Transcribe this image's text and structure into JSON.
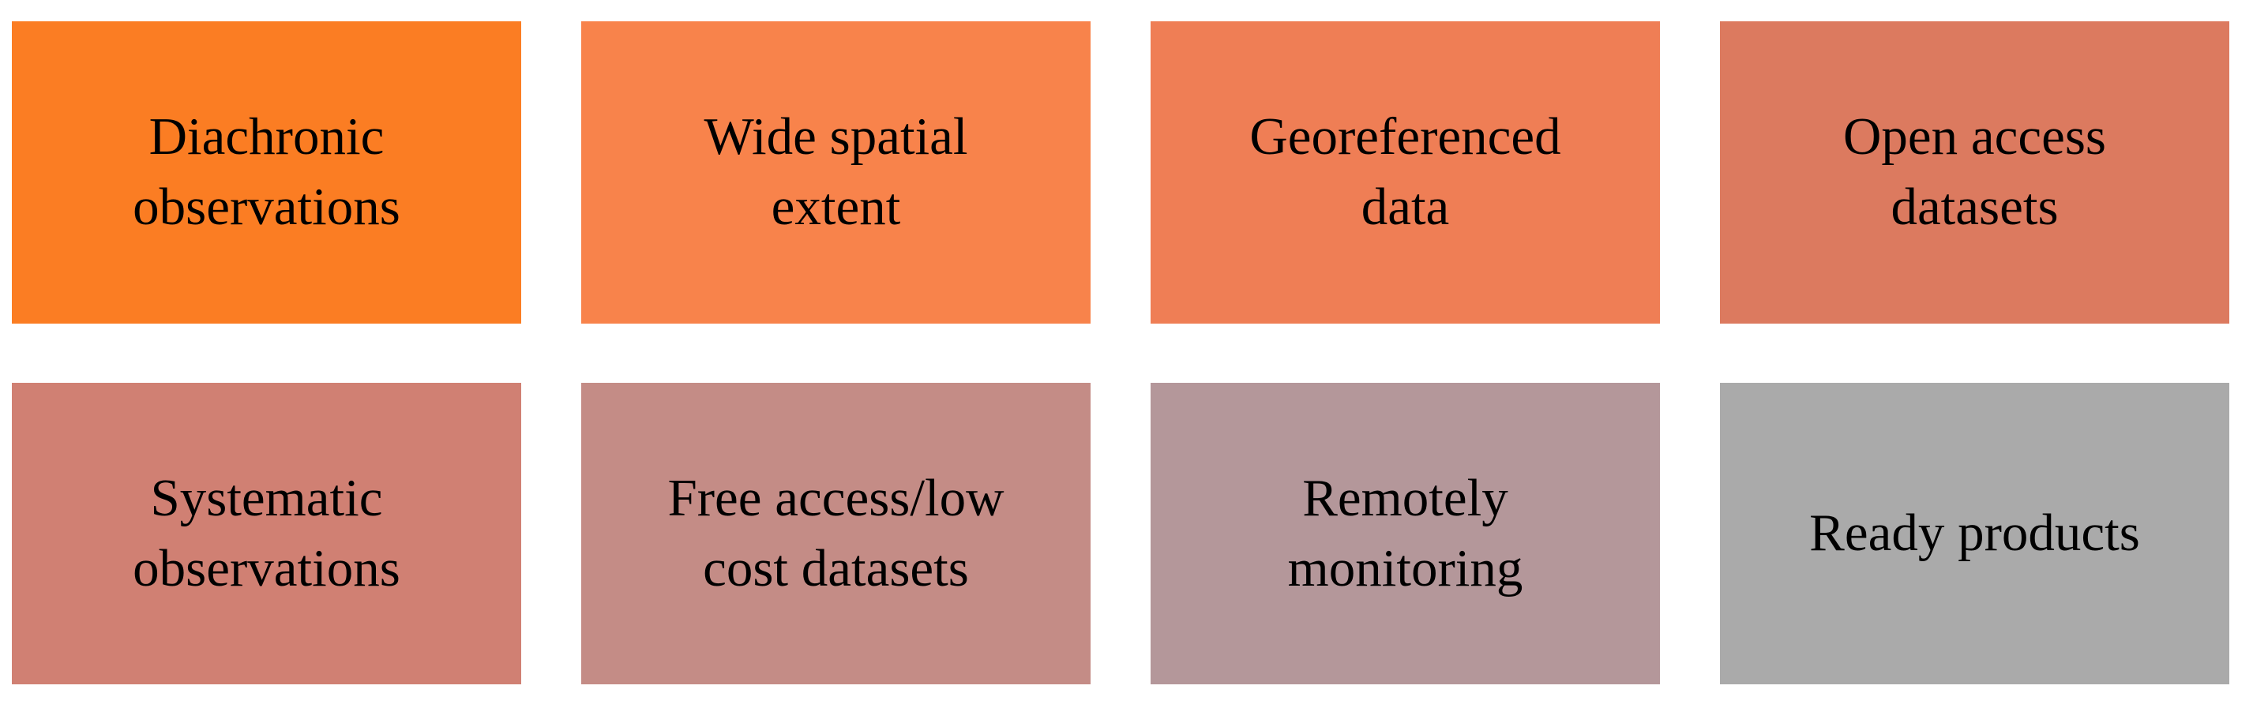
{
  "figure": {
    "description": "Eight colored benefit boxes fading from orange to gray",
    "text_color": "#000000",
    "background": "#FFFFFF",
    "boxes": [
      {
        "label": "Diachronic\nobservations",
        "color": "#FB7D23"
      },
      {
        "label": "Wide spatial\nextent",
        "color": "#F8834B"
      },
      {
        "label": "Georeferenced\ndata",
        "color": "#EF7E55"
      },
      {
        "label": "Open access\ndatasets",
        "color": "#DC7A5F"
      },
      {
        "label": "Systematic\nobservations",
        "color": "#D08073"
      },
      {
        "label": "Free access/low\ncost datasets",
        "color": "#C48C86"
      },
      {
        "label": "Remotely\nmonitoring",
        "color": "#B4979A"
      },
      {
        "label": "Ready products",
        "color": "#AAAAAA"
      }
    ]
  }
}
